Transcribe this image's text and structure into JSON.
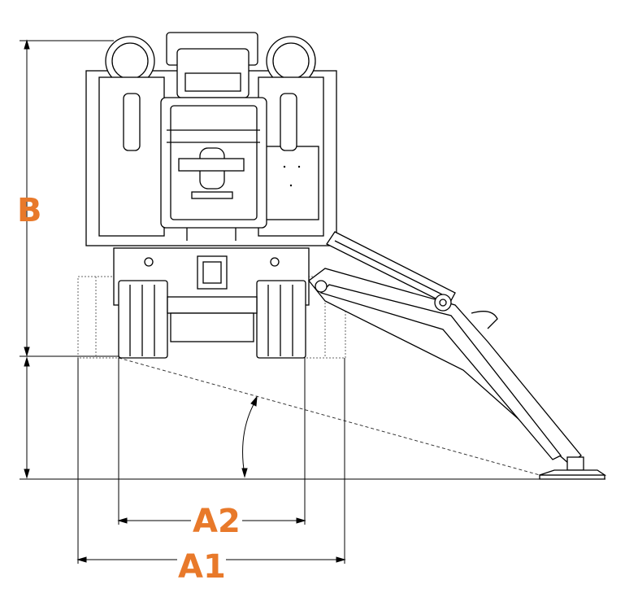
{
  "colors": {
    "label": "#e8792a",
    "line": "#000000",
    "hidden_line": "#555555",
    "background": "#ffffff"
  },
  "labels": {
    "height": "B",
    "inner_width": "A2",
    "outer_width": "A1"
  }
}
